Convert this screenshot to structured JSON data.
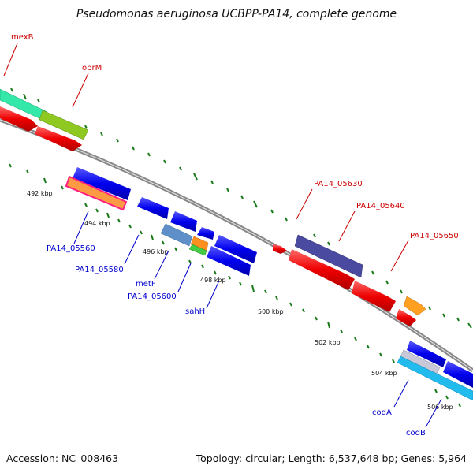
{
  "title": "Pseudomonas aeruginosa UCBPP-PA14, complete genome",
  "footer": {
    "accession": "Accession: NC_008463",
    "topology": "Topology: circular; Length: 6,537,648 bp; Genes: 5,964"
  },
  "colors": {
    "forward_label": "#cc0000",
    "reverse_label": "#0000cc",
    "tick": "#1a7a1a",
    "backbone": "#888888"
  },
  "kbp_labels": [
    "492 kbp",
    "494 kbp",
    "496 kbp",
    "498 kbp",
    "500 kbp",
    "502 kbp",
    "504 kbp",
    "506 kbp"
  ],
  "gene_labels": {
    "forward": [
      "mexB",
      "oprM",
      "PA14_05630",
      "PA14_05640",
      "PA14_05650"
    ],
    "reverse": [
      "PA14_05560",
      "PA14_05580",
      "metF",
      "PA14_05600",
      "sahH",
      "codA",
      "codB"
    ]
  }
}
